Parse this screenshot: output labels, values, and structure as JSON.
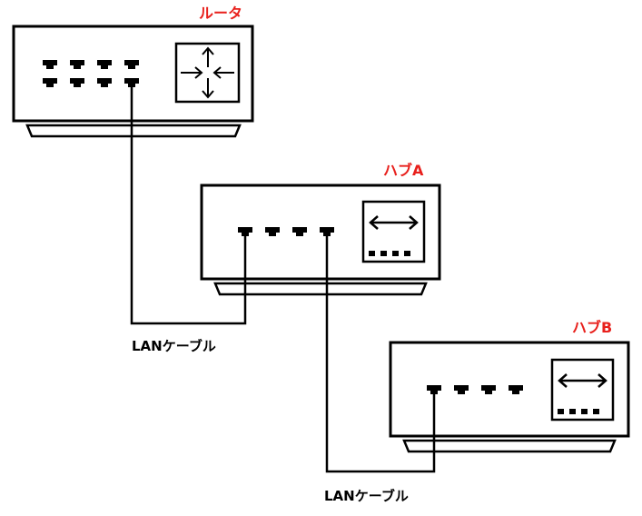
{
  "devices": {
    "router": {
      "label": "ルータ"
    },
    "hub_a": {
      "label": "ハブA"
    },
    "hub_b": {
      "label": "ハブB"
    }
  },
  "cables": [
    {
      "label": "LANケーブル"
    },
    {
      "label": "LANケーブル"
    }
  ],
  "colors": {
    "device_label": "#e8201c",
    "line": "#000000",
    "background": "#ffffff"
  },
  "icons": {
    "router": "four-way-arrows-icon",
    "hub": "double-arrow-icon"
  }
}
